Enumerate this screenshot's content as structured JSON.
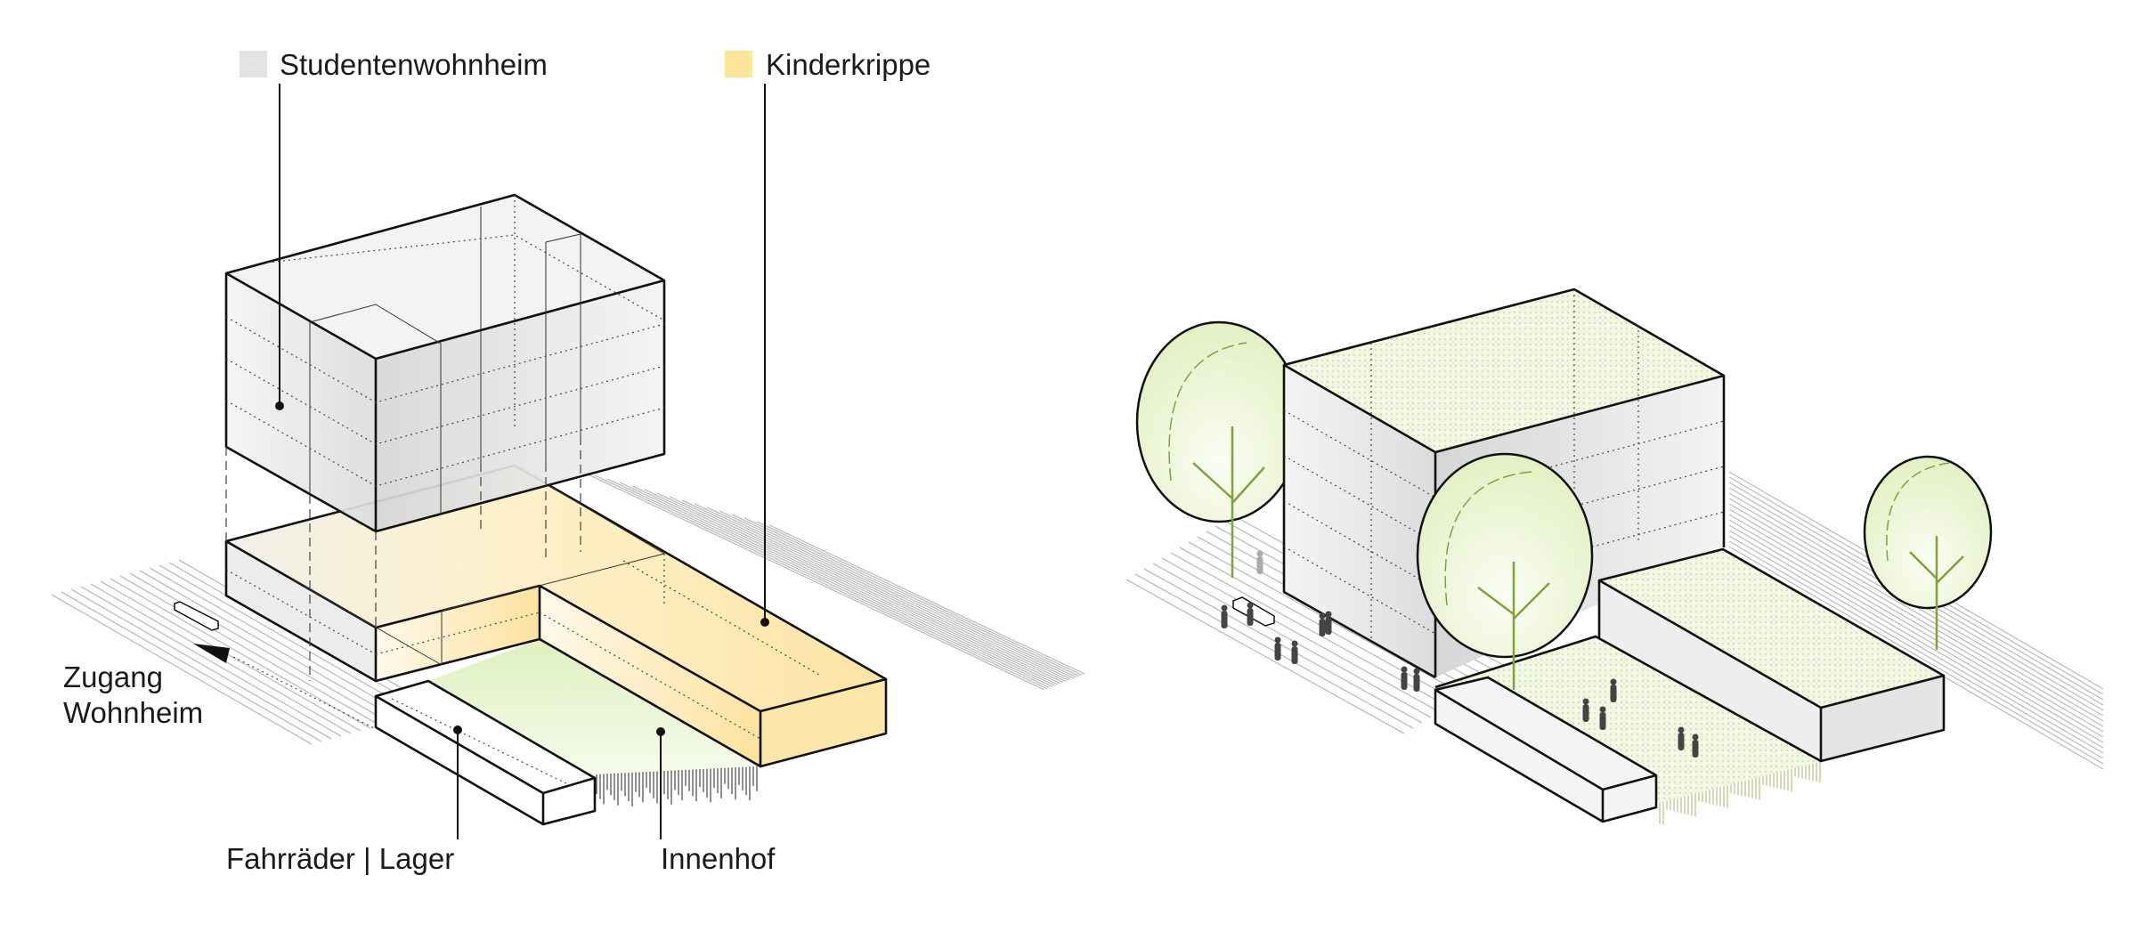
{
  "left_diagram": {
    "legend": [
      {
        "label": "Studentenwohnheim",
        "color": "#e3e3e3"
      },
      {
        "label": "Kinderkrippe",
        "color": "#fde59b"
      }
    ],
    "labels": {
      "entrance_line1": "Zugang",
      "entrance_line2": "Wohnheim",
      "bikes_storage": "Fahrräder | Lager",
      "courtyard": "Innenhof"
    }
  },
  "colors": {
    "dorm_fill": "#e6e6e6",
    "nursery_fill": "#fde7a8",
    "courtyard_fill": "#e4f2c8",
    "tree_fill": "#eef6d8",
    "tree_stroke": "#7fa33a"
  }
}
